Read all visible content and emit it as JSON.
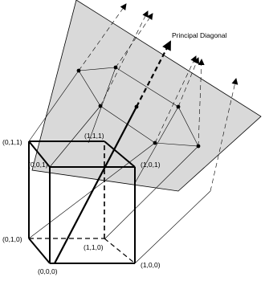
{
  "diagram": {
    "title": "Principal Diagonal",
    "vertex_labels": {
      "v000": "(0,0,0)",
      "v100": "(1,0,0)",
      "v010": "(0,1,0)",
      "v110": "(1,1,0)",
      "v001": "(0,0,1)",
      "v101": "(1,0,1)",
      "v011": "(0,1,1)",
      "v111": "(1,1,1)"
    },
    "colors": {
      "plane": "#d9d9d9",
      "lines": "#000000"
    }
  }
}
